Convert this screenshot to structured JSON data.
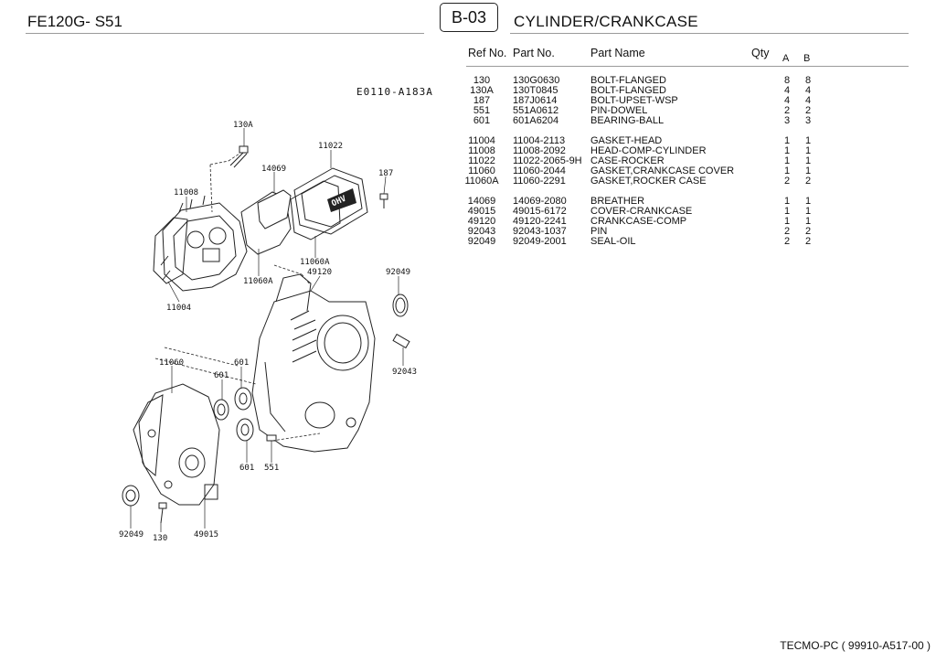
{
  "header": {
    "model": "FE120G- S51",
    "section_code": "B-03",
    "section_title": "CYLINDER/CRANKCASE"
  },
  "table": {
    "columns": {
      "ref_no": "Ref No.",
      "part_no": "Part No.",
      "part_name": "Part Name",
      "qty": "Qty",
      "qty_a": "A",
      "qty_b": "B"
    },
    "rows": [
      {
        "ref": "130",
        "part_no": "130G0630",
        "name": "BOLT-FLANGED",
        "a": "8",
        "b": "8"
      },
      {
        "ref": "130A",
        "part_no": "130T0845",
        "name": "BOLT-FLANGED",
        "a": "4",
        "b": "4"
      },
      {
        "ref": "187",
        "part_no": "187J0614",
        "name": "BOLT-UPSET-WSP",
        "a": "4",
        "b": "4"
      },
      {
        "ref": "551",
        "part_no": "551A0612",
        "name": "PIN-DOWEL",
        "a": "2",
        "b": "2"
      },
      {
        "ref": "601",
        "part_no": "601A6204",
        "name": "BEARING-BALL",
        "a": "3",
        "b": "3"
      },
      {
        "ref": "11004",
        "part_no": "11004-2113",
        "name": "GASKET-HEAD",
        "a": "1",
        "b": "1"
      },
      {
        "ref": "11008",
        "part_no": "11008-2092",
        "name": "HEAD-COMP-CYLINDER",
        "a": "1",
        "b": "1"
      },
      {
        "ref": "11022",
        "part_no": "11022-2065-9H",
        "name": "CASE-ROCKER",
        "a": "1",
        "b": "1"
      },
      {
        "ref": "11060",
        "part_no": "11060-2044",
        "name": "GASKET,CRANKCASE COVER",
        "a": "1",
        "b": "1"
      },
      {
        "ref": "11060A",
        "part_no": "11060-2291",
        "name": "GASKET,ROCKER CASE",
        "a": "2",
        "b": "2"
      },
      {
        "ref": "14069",
        "part_no": "14069-2080",
        "name": "BREATHER",
        "a": "1",
        "b": "1"
      },
      {
        "ref": "49015",
        "part_no": "49015-6172",
        "name": "COVER-CRANKCASE",
        "a": "1",
        "b": "1"
      },
      {
        "ref": "49120",
        "part_no": "49120-2241",
        "name": "CRANKCASE-COMP",
        "a": "1",
        "b": "1"
      },
      {
        "ref": "92043",
        "part_no": "92043-1037",
        "name": "PIN",
        "a": "2",
        "b": "2"
      },
      {
        "ref": "92049",
        "part_no": "92049-2001",
        "name": "SEAL-OIL",
        "a": "2",
        "b": "2"
      }
    ]
  },
  "diagram": {
    "drawing_code": "E0110-A183A",
    "emblem": "OHV",
    "callouts": {
      "c130a": "130A",
      "c11022": "11022",
      "c14069": "14069",
      "c187": "187",
      "c11008": "11008",
      "c11060a_1": "11060A",
      "c11060a_2": "11060A",
      "c49120": "49120",
      "c92049_top": "92049",
      "c11004": "11004",
      "c11060": "11060",
      "c601_a": "601",
      "c601_b": "601",
      "c601_c": "601",
      "c92043": "92043",
      "c551": "551",
      "c92049_bot": "92049",
      "c130": "130",
      "c49015": "49015"
    }
  },
  "footer": {
    "text": "TECMO-PC  ( 99910-A517-00 )"
  }
}
